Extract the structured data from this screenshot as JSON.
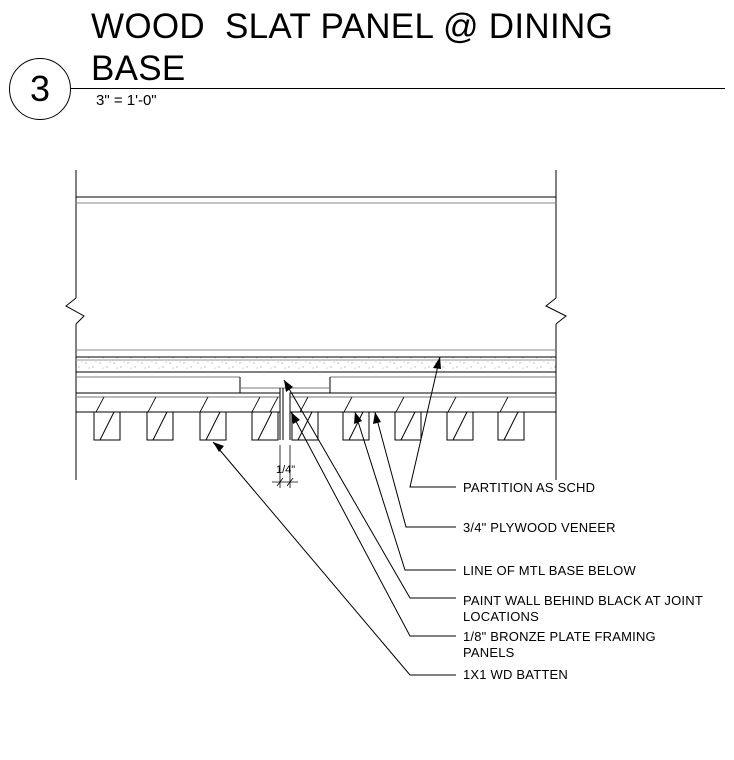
{
  "detail": {
    "number": "3",
    "title": "WOOD  SLAT PANEL @ DINING BASE",
    "scale": "3\" = 1'-0\""
  },
  "dimension": {
    "label": "1/4\""
  },
  "notes": [
    {
      "text": "PARTITION AS SCHD"
    },
    {
      "text": "3/4\" PLYWOOD  VENEER"
    },
    {
      "text": "LINE OF MTL BASE BELOW"
    },
    {
      "text": "PAINT WALL BEHIND BLACK AT JOINT\nLOCATIONS"
    },
    {
      "text": "1/8\" BRONZE PLATE FRAMING\nPANELS"
    },
    {
      "text": "1X1 WD BATTEN"
    }
  ]
}
